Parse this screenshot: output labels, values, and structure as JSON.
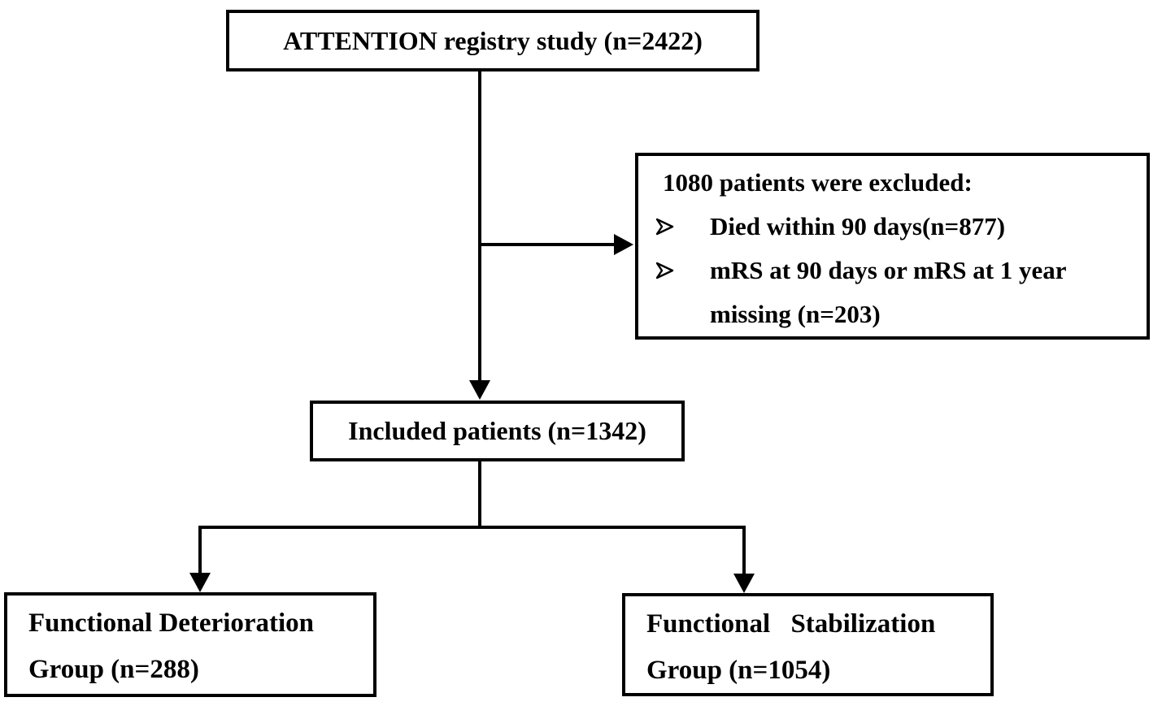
{
  "figure": {
    "type": "patient-flow-diagram",
    "colors": {
      "background": "#ffffff",
      "line": "#000000",
      "text": "#000000"
    },
    "nodes": {
      "registry": {
        "label": "ATTENTION registry study (n=2422)"
      },
      "excluded": {
        "title": "1080 patients were excluded:",
        "bullet_icon": "right-arrowhead",
        "items": [
          "Died within 90 days(n=877)",
          "mRS at 90 days or mRS at 1 year missing (n=203)"
        ]
      },
      "included": {
        "label": "Included patients (n=1342)"
      },
      "deterioration": {
        "lines": [
          "Functional Deterioration",
          "Group (n=288)"
        ]
      },
      "stabilization": {
        "lines": [
          "Functional Stabilization",
          "Group (n=1054)"
        ]
      }
    }
  }
}
